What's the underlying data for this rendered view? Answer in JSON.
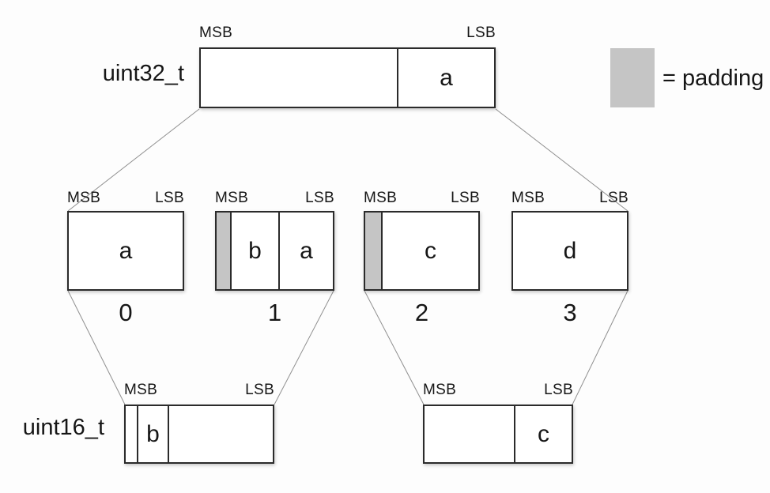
{
  "colors": {
    "padding": "#c5c5c5",
    "box_border": "#2b2b2b",
    "connector": "#8f8f8f",
    "text": "#161616",
    "background": "#fdfdfd"
  },
  "legend": {
    "label": "= padding"
  },
  "uint32": {
    "type_label": "uint32_t",
    "msb": "MSB",
    "lsb": "LSB",
    "fields": {
      "a": "a"
    }
  },
  "bytes": {
    "byte0": {
      "index": "0",
      "msb": "MSB",
      "lsb": "LSB",
      "fields": {
        "a": "a"
      }
    },
    "byte1": {
      "index": "1",
      "msb": "MSB",
      "lsb": "LSB",
      "fields": {
        "b": "b",
        "a": "a"
      }
    },
    "byte2": {
      "index": "2",
      "msb": "MSB",
      "lsb": "LSB",
      "fields": {
        "c": "c"
      }
    },
    "byte3": {
      "index": "3",
      "msb": "MSB",
      "lsb": "LSB",
      "fields": {
        "d": "d"
      }
    }
  },
  "uint16_left": {
    "type_label": "uint16_t",
    "msb": "MSB",
    "lsb": "LSB",
    "fields": {
      "b": "b"
    }
  },
  "uint16_right": {
    "msb": "MSB",
    "lsb": "LSB",
    "fields": {
      "c": "c"
    }
  }
}
